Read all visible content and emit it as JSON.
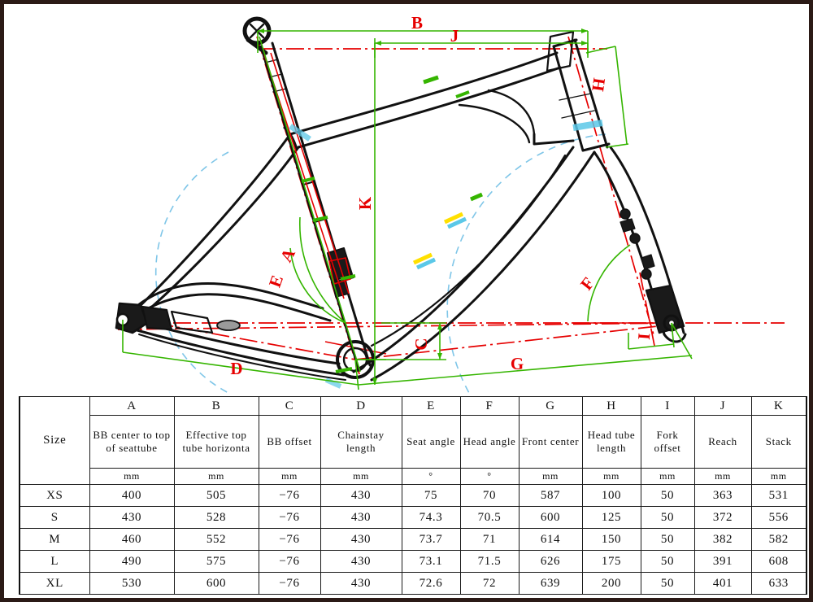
{
  "diagram": {
    "title": "bicycle-frame-geometry-drawing",
    "colors": {
      "dimension_line": "#35b500",
      "label_text": "#e60000",
      "centerline": "#e60000",
      "frame_outline": "#111111",
      "wheel_arc": "#7fc6e8",
      "accent_cyan": "#5bc8e8",
      "accent_yellow": "#ffe000",
      "border": "#2b1a16"
    },
    "callouts": [
      {
        "id": "A",
        "label": "A",
        "meaning": "BB center to top of seattube"
      },
      {
        "id": "B",
        "label": "B",
        "meaning": "Effective top tube horizontal"
      },
      {
        "id": "C",
        "label": "C",
        "meaning": "BB offset"
      },
      {
        "id": "D",
        "label": "D",
        "meaning": "Chainstay length"
      },
      {
        "id": "E",
        "label": "E",
        "meaning": "Seat angle"
      },
      {
        "id": "F",
        "label": "F",
        "meaning": "Head angle"
      },
      {
        "id": "G",
        "label": "G",
        "meaning": "Front center"
      },
      {
        "id": "H",
        "label": "H",
        "meaning": "Head tube length"
      },
      {
        "id": "I",
        "label": "I",
        "meaning": "Fork offset"
      },
      {
        "id": "J",
        "label": "J",
        "meaning": "Reach"
      },
      {
        "id": "K",
        "label": "K",
        "meaning": "Stack"
      }
    ]
  },
  "table": {
    "letters": [
      "",
      "A",
      "B",
      "C",
      "D",
      "E",
      "F",
      "G",
      "H",
      "I",
      "J",
      "K"
    ],
    "names": [
      "Size",
      "BB center to top of seattube",
      "Effective top tube horizonta",
      "BB offset",
      "Chainstay length",
      "Seat angle",
      "Head angle",
      "Front center",
      "Head tube length",
      "Fork offset",
      "Reach",
      "Stack"
    ],
    "units": [
      "",
      "mm",
      "mm",
      "mm",
      "mm",
      "°",
      "°",
      "mm",
      "mm",
      "mm",
      "mm",
      "mm"
    ],
    "rows": [
      {
        "size": "XS",
        "values": [
          "400",
          "505",
          "−76",
          "430",
          "75",
          "70",
          "587",
          "100",
          "50",
          "363",
          "531"
        ]
      },
      {
        "size": "S",
        "values": [
          "430",
          "528",
          "−76",
          "430",
          "74.3",
          "70.5",
          "600",
          "125",
          "50",
          "372",
          "556"
        ]
      },
      {
        "size": "M",
        "values": [
          "460",
          "552",
          "−76",
          "430",
          "73.7",
          "71",
          "614",
          "150",
          "50",
          "382",
          "582"
        ]
      },
      {
        "size": "L",
        "values": [
          "490",
          "575",
          "−76",
          "430",
          "73.1",
          "71.5",
          "626",
          "175",
          "50",
          "391",
          "608"
        ]
      },
      {
        "size": "XL",
        "values": [
          "530",
          "600",
          "−76",
          "430",
          "72.6",
          "72",
          "639",
          "200",
          "50",
          "401",
          "633"
        ]
      }
    ]
  }
}
